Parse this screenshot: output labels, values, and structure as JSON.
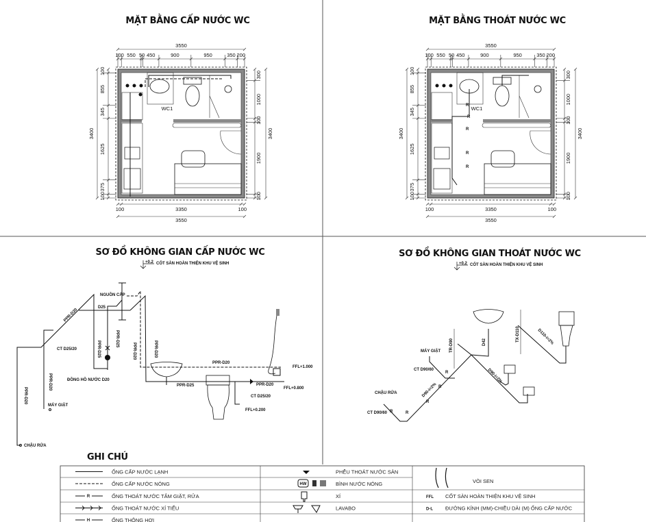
{
  "plans": [
    {
      "title": "MẶT BẰNG CẤP NƯỚC WC",
      "room_label": "WC1"
    },
    {
      "title": "MẶT BẰNG THOÁT NƯỚC WC",
      "room_label": "WC1",
      "pipe_marks": [
        "R",
        "R",
        "R",
        "R",
        "R"
      ]
    }
  ],
  "dimensions": {
    "top_total": "3550",
    "top_segments": [
      "100",
      "550",
      "50",
      "450",
      "900",
      "950",
      "350",
      "200"
    ],
    "bottom_segments": [
      "100",
      "3350",
      "100"
    ],
    "bottom_total": "3550",
    "left_total": "3400",
    "left_segments": [
      "100",
      "855",
      "345",
      "1625",
      "375",
      "100"
    ],
    "right_total": "3400",
    "right_segments": [
      "300",
      "1000",
      "100",
      "1900",
      "100"
    ]
  },
  "supply_diagram": {
    "title": "SƠ ĐỒ KHÔNG GIAN CẤP NƯỚC WC",
    "level_mark": "+0.2",
    "level_note": "CỐT SÀN HOÀN THIỆN KHU VỆ SINH",
    "labels": {
      "source": "NGUỒN CẤP",
      "d25": "D25",
      "ppr_d20_diag": "PPR-D20",
      "ct_1": "CT D25/20",
      "meter": "ĐỒNG HỒ NƯỚC D20",
      "washer": "MÁY GIẶT",
      "sink": "CHẬU RỬA",
      "v1": "PPR-D20",
      "v2": "PPR-D20",
      "v3": "PPR-D25",
      "v4": "PPR-D25",
      "v5": "PPR-D20",
      "v6": "PPR-D20",
      "hot_h": "PPR-D20",
      "cold_h1": "PPR-D25",
      "cold_h2": "PPR-D20",
      "ct_2": "CT D25/20",
      "ffl_1": "FFL+1.000",
      "ffl_2": "FFL+0.800",
      "ffl_3": "FFL+0.200"
    }
  },
  "drain_diagram": {
    "title": "SƠ ĐỒ KHÔNG GIAN THOÁT NƯỚC WC",
    "level_mark": "+0.2",
    "level_note": "CỐT SÀN HOÀN THIỆN KHU VỆ SINH",
    "labels": {
      "sink": "CHẬU RỬA",
      "ct_sink": "CT D90/60",
      "washer": "MÁY GIẶT",
      "ct_washer": "CT D90/60",
      "main": "D90-i=2%",
      "tr": "TR-D90",
      "lav": "D42",
      "d90_2": "D90-i=2%",
      "tx": "TX-D110",
      "d110": "D110-i=2%"
    },
    "r_marks": [
      "R",
      "R",
      "R",
      "R",
      "R"
    ]
  },
  "legend": {
    "title": "GHI CHÚ",
    "rows": [
      {
        "line": "ỐNG CẤP NƯỚC LẠNH",
        "mid": "PHỄU THOÁT NƯỚC SÀN",
        "right": "VÒI SEN"
      },
      {
        "line": "ỐNG CẤP NƯỚC NÓNG",
        "mid": "BÌNH NƯỚC NÓNG",
        "mid_icon": "HW",
        "right": ""
      },
      {
        "line": "ỐNG THOÁT NƯỚC TẮM GIẶT, RỬA",
        "line_mark": "R",
        "mid": "XÍ",
        "right_code": "FFL",
        "right": "CỐT SÀN HOÀN THIỆN KHU VỆ SINH"
      },
      {
        "line": "ỐNG THOÁT NƯỚC XÍ TIỂU",
        "mid": "LAVABO",
        "right_code": "D-L",
        "right": "ĐƯỜNG KÍNH (MM)-CHIỀU DÀI (M) ỐNG CẤP NƯỚC"
      },
      {
        "line": "ỐNG THÔNG HƠI",
        "line_mark": "H",
        "mid": "",
        "right": ""
      }
    ]
  }
}
